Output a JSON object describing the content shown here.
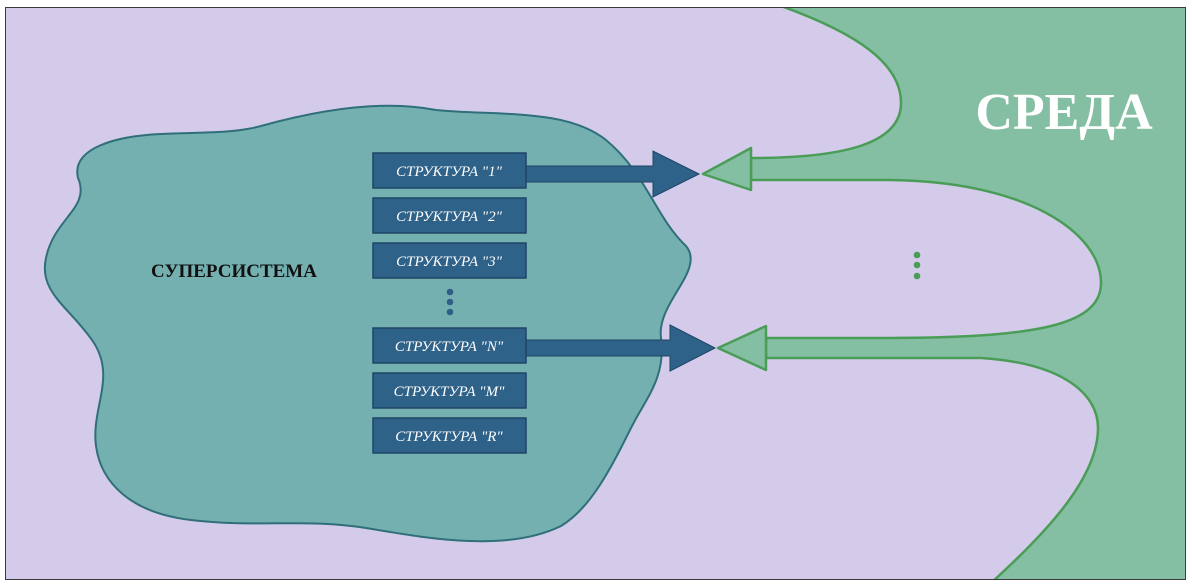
{
  "diagram": {
    "supersystem_label": "СУПЕРСИСТЕМА",
    "environment_label": "СРЕДА",
    "structures": [
      "СТРУКТУРА \"1\"",
      "СТРУКТУРА \"2\"",
      "СТРУКТУРА \"3\"",
      "СТРУКТУРА \"N\"",
      "СТРУКТУРА \"M\"",
      "СТРУКТУРА \"R\""
    ]
  },
  "colors": {
    "background": "#d4cbeb",
    "supersystem_fill": "#75b0b1",
    "supersystem_stroke": "#2f6f7a",
    "structure_fill": "#2f6288",
    "structure_stroke": "#1f4466",
    "environment_fill": "#84bea3",
    "environment_stroke": "#4a9d57",
    "outgoing_arrow": "#2f6288",
    "incoming_arrow": "#84bea3"
  }
}
